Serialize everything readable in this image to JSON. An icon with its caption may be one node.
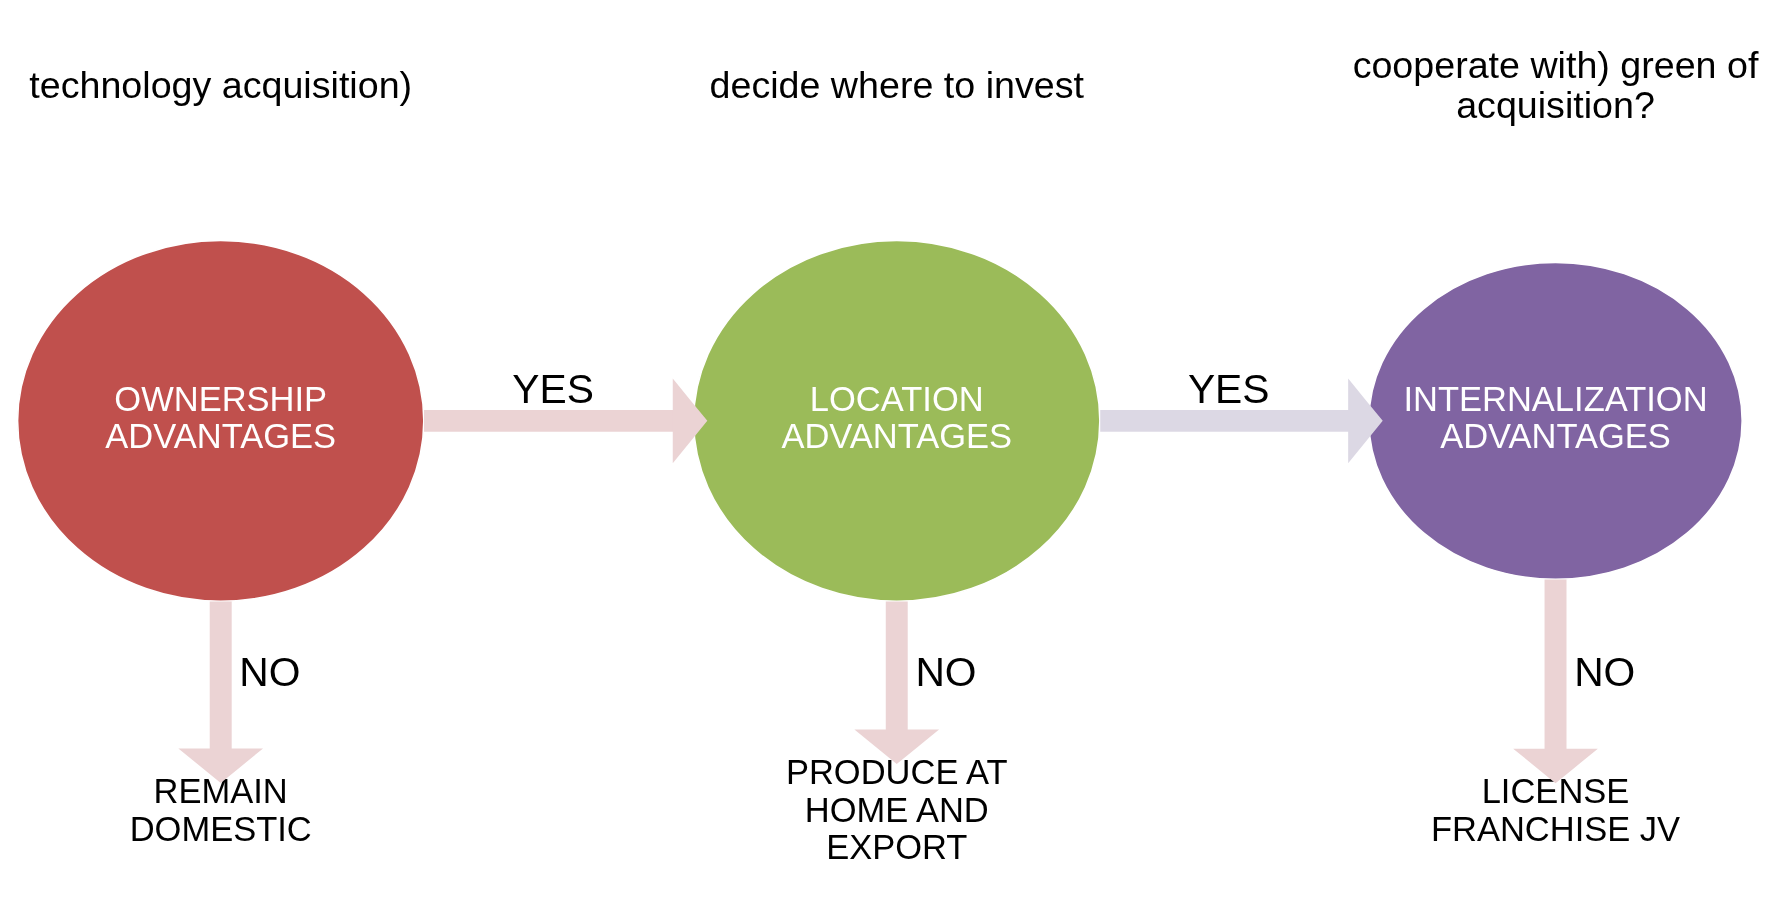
{
  "diagram": {
    "nodes": [
      {
        "text": [
          "OWNERSHIP ADVANTAGES"
        ]
      },
      {
        "text": [
          "LOCATION ADVANTAGES"
        ]
      },
      {
        "text": [
          "INTERNALIZATION ADVANTAGES"
        ]
      },
      {
        "text": [
          "REMAIN DOMESTIC"
        ]
      },
      {
        "text": [
          "PRODUCE AT HOME AND EXPORT"
        ]
      },
      {
        "text": [
          "LICENSE FRANCHISE JV"
        ]
      }
    ],
    "edges": [
      {
        "from": 0,
        "to": 1,
        "arrow": "to",
        "label": "YES"
      },
      {
        "from": 1,
        "to": 2,
        "arrow": "to",
        "label": "YES",
        "color": "#dcd8e4"
      },
      {
        "from": 0,
        "to": 3,
        "arrow": "to",
        "label": "NO"
      },
      {
        "from": 1,
        "to": 4,
        "arrow": "to",
        "label": "NO"
      },
      {
        "from": 2,
        "to": 5,
        "arrow": "to",
        "label": "NO"
      }
    ],
    "labels": [
      "technology acquisition)",
      "decide where to invest",
      "cooperate with) green of acquisition?"
    ]
  }
}
